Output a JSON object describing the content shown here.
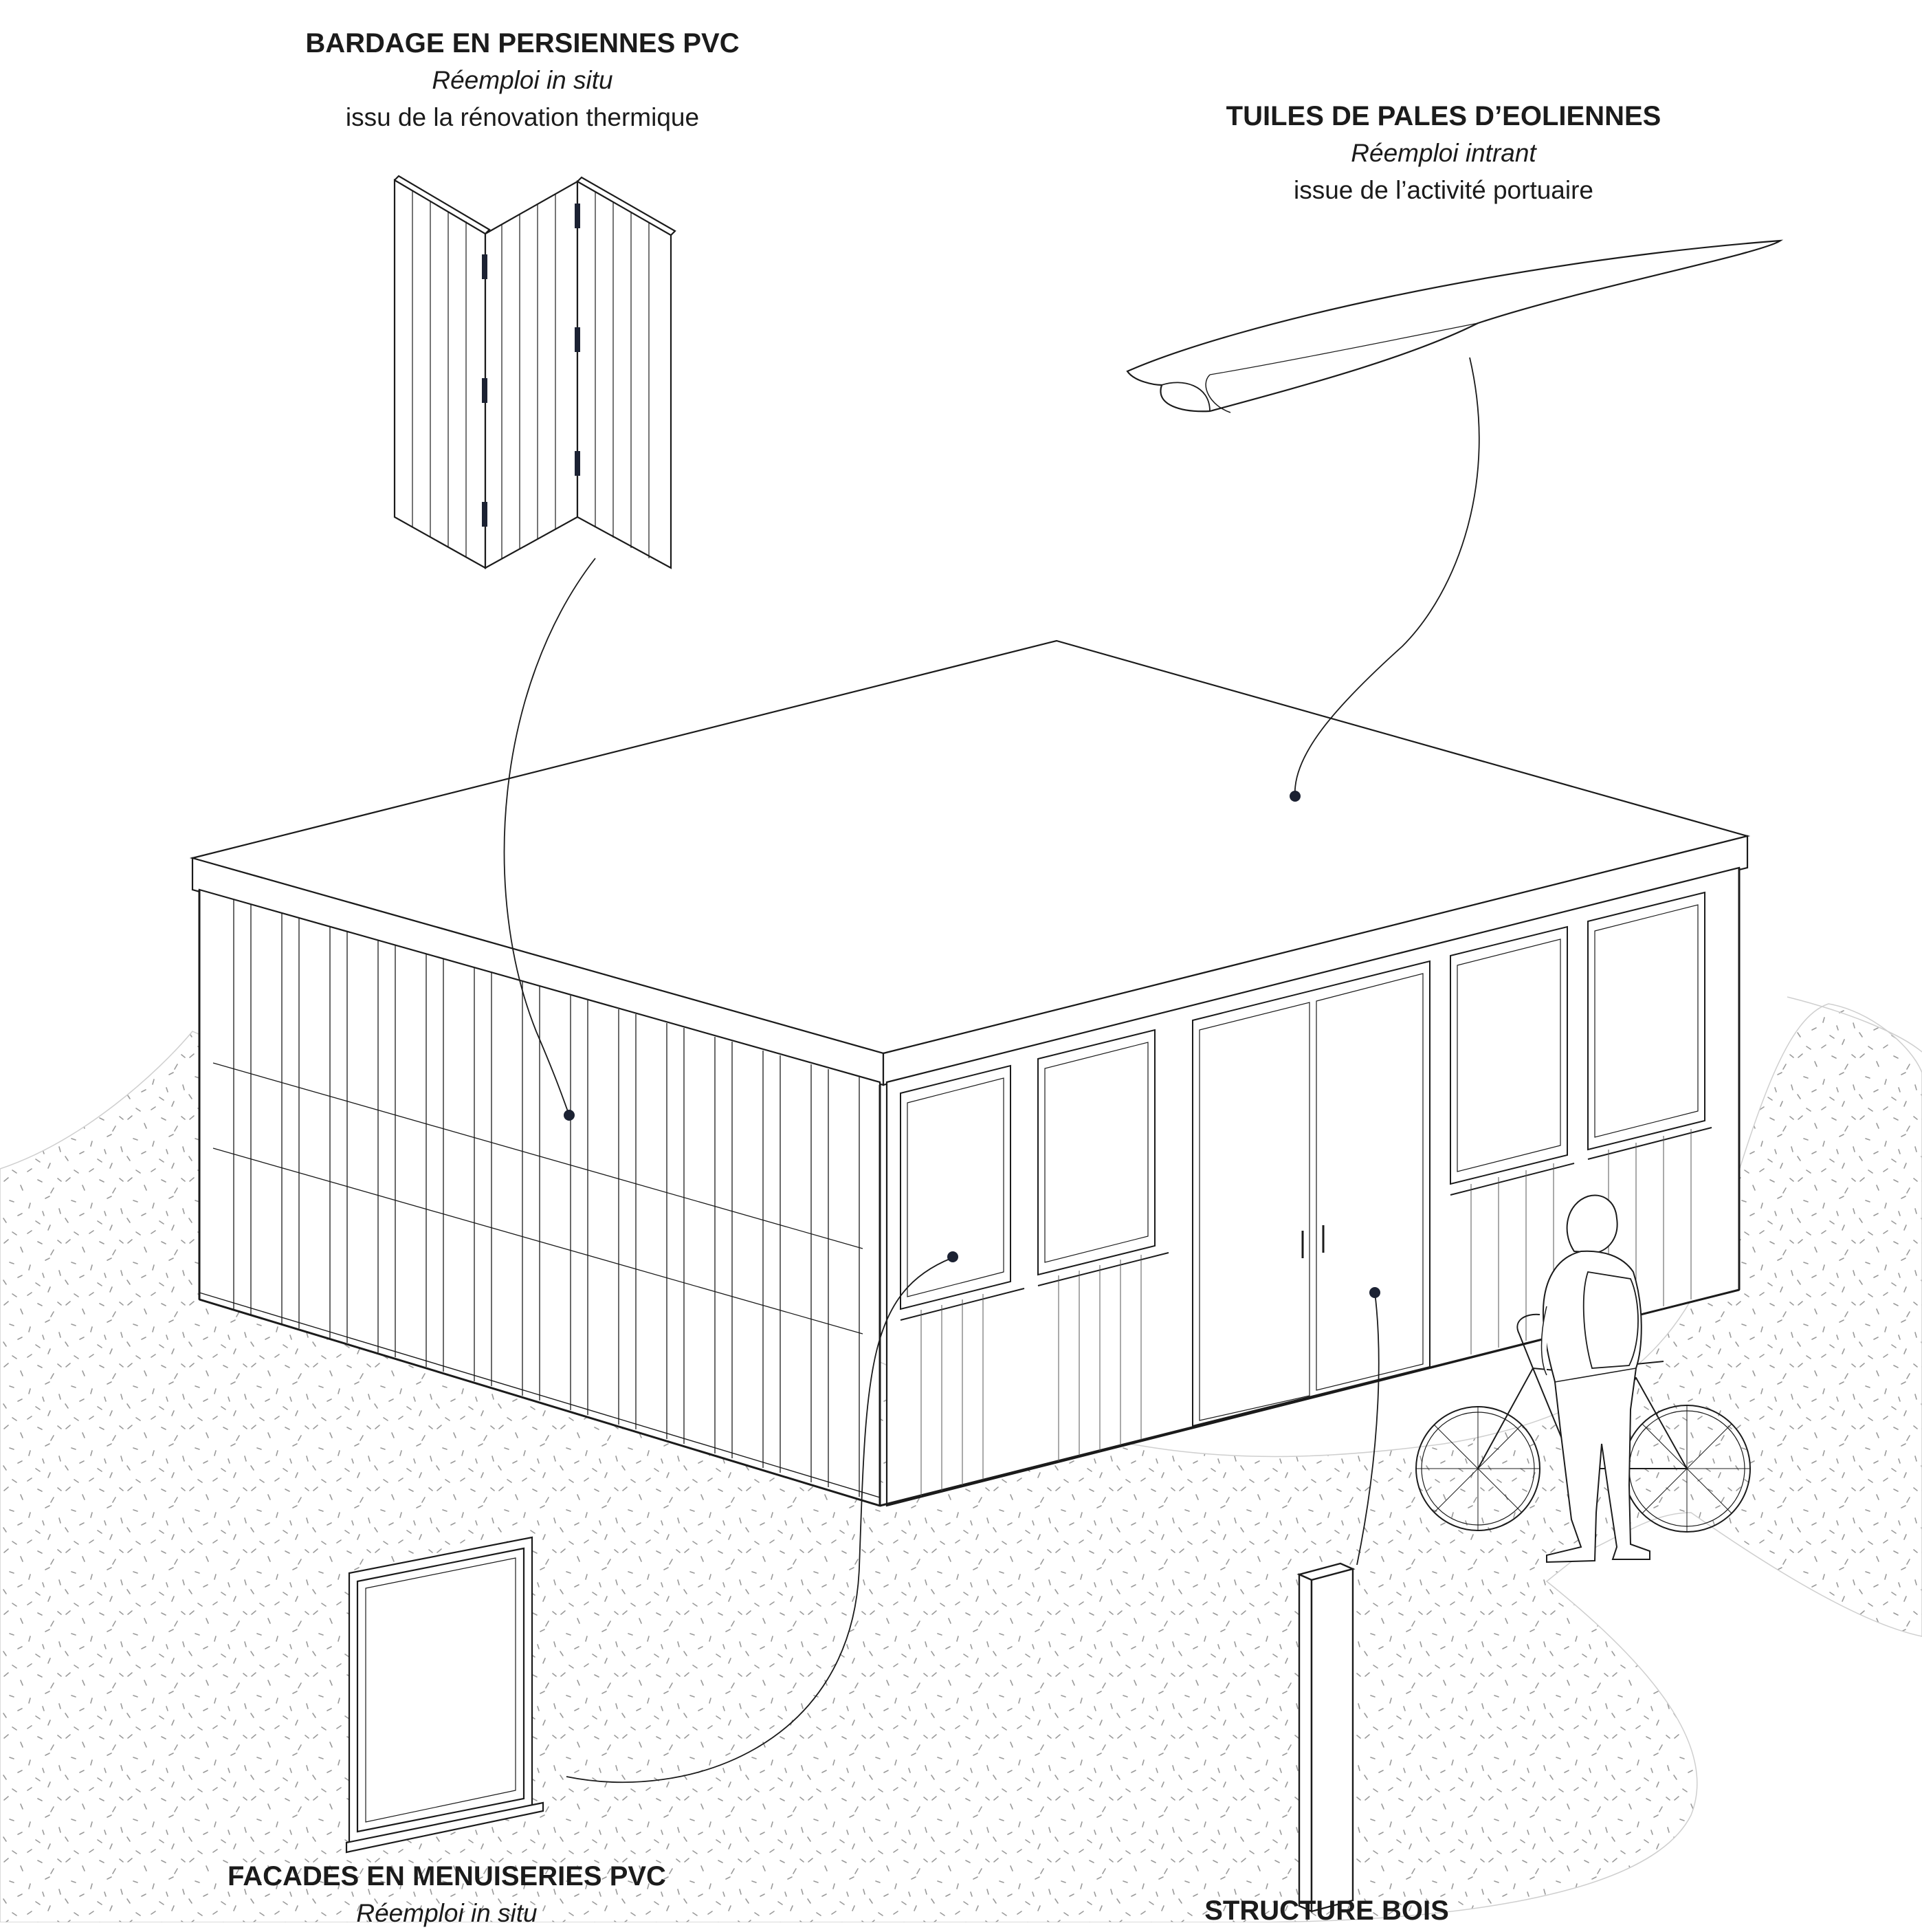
{
  "labels": {
    "bardage": {
      "title": "BARDAGE EN PERSIENNES PVC",
      "subtitle": "Réemploi in situ",
      "detail": "issu de la rénovation thermique"
    },
    "tuiles": {
      "title": "TUILES DE PALES D’EOLIENNES",
      "subtitle": "Réemploi intrant",
      "detail": "issue de l’activité portuaire"
    },
    "facades": {
      "title": "FACADES EN MENUISERIES PVC",
      "subtitle": "Réemploi in situ"
    },
    "structure": {
      "title": "STRUCTURE BOIS"
    }
  },
  "colors": {
    "line": "#1b1b1b",
    "marker": "#1c2233",
    "ground_speckle": "#9a9a9a",
    "background": "#ffffff"
  },
  "icons": {
    "person": "person-with-backpack-icon",
    "bicycle": "bicycle-icon"
  }
}
